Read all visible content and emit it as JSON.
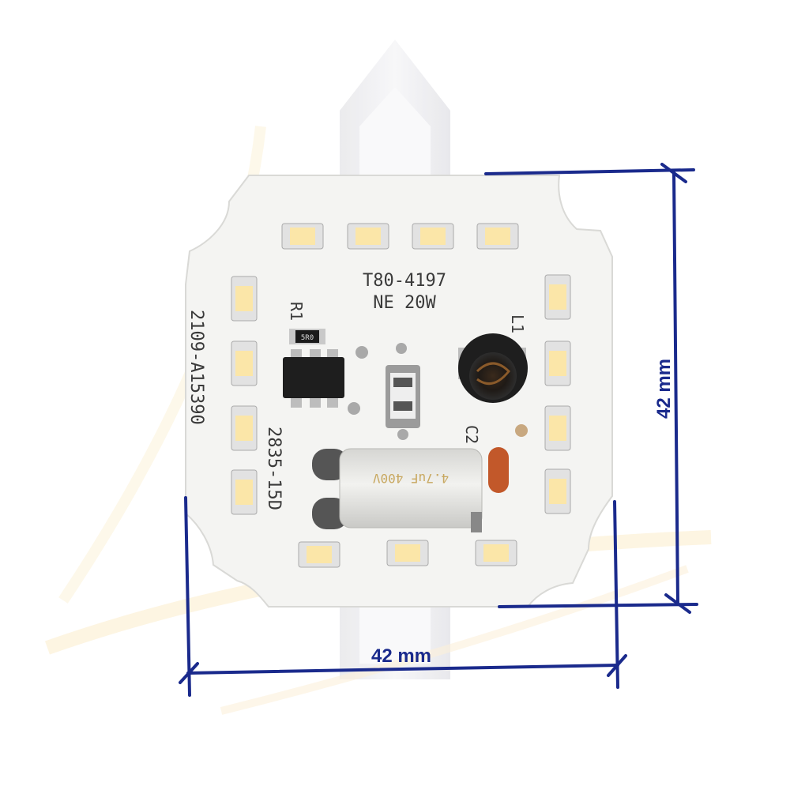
{
  "board": {
    "model_line1": "T80-4197",
    "model_line2": "NE 20W",
    "part_number": "2109-A15390",
    "led_spec": "2835-15D",
    "ref_r1": "R1",
    "ref_l1": "L1",
    "ref_c2": "C2",
    "resistor_code": "5R0",
    "capacitor_rating": "4.7uF 400V"
  },
  "dimensions": {
    "width_label": "42 mm",
    "height_label": "42 mm"
  },
  "colors": {
    "board": "#f4f4f2",
    "led_body": "#e2e2e2",
    "led_phosphor": "#fbe6a8",
    "dimension_line": "#1a2a8c",
    "silkscreen": "#3a3a3a"
  }
}
